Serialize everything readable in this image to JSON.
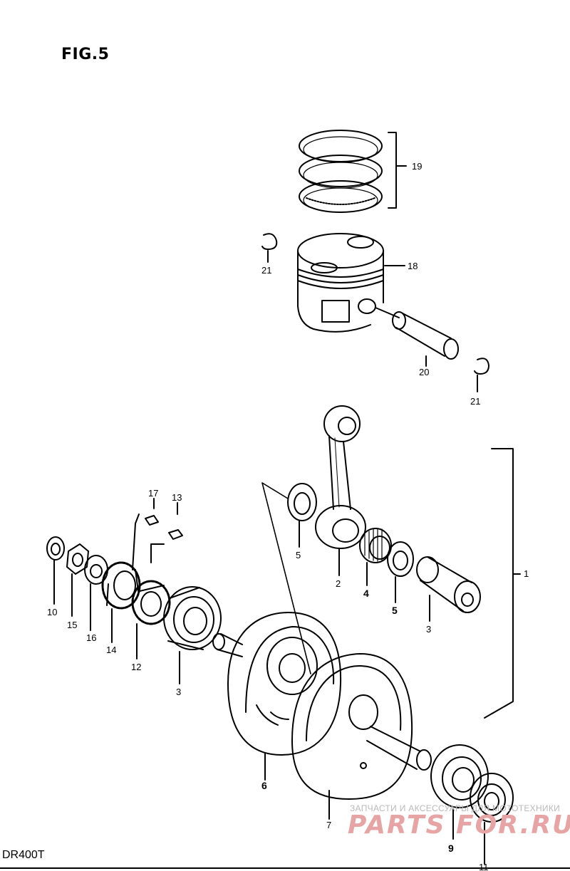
{
  "figure": {
    "title": "FIG.5",
    "model": "DR400T"
  },
  "callouts": [
    {
      "id": "c1",
      "text": "1"
    },
    {
      "id": "c2",
      "text": "2"
    },
    {
      "id": "c3a",
      "text": "3"
    },
    {
      "id": "c3b",
      "text": "3"
    },
    {
      "id": "c4",
      "text": "4"
    },
    {
      "id": "c5a",
      "text": "5"
    },
    {
      "id": "c5b",
      "text": "5"
    },
    {
      "id": "c6",
      "text": "6"
    },
    {
      "id": "c7",
      "text": "7"
    },
    {
      "id": "c9",
      "text": "9"
    },
    {
      "id": "c10",
      "text": "10"
    },
    {
      "id": "c11",
      "text": "11"
    },
    {
      "id": "c12",
      "text": "12"
    },
    {
      "id": "c13",
      "text": "13"
    },
    {
      "id": "c14",
      "text": "14"
    },
    {
      "id": "c15",
      "text": "15"
    },
    {
      "id": "c16",
      "text": "16"
    },
    {
      "id": "c17",
      "text": "17"
    },
    {
      "id": "c18",
      "text": "18"
    },
    {
      "id": "c19",
      "text": "19"
    },
    {
      "id": "c20",
      "text": "20"
    },
    {
      "id": "c21a",
      "text": "21"
    },
    {
      "id": "c21b",
      "text": "21"
    }
  ],
  "watermark": {
    "caption": "ЗАПЧАСТИ И АКСЕССУАРЫ ДЛЯ МОТОТЕХНИКИ",
    "logo": "PARTS FOR.RU",
    "logo_color": "#e7a4a4"
  }
}
